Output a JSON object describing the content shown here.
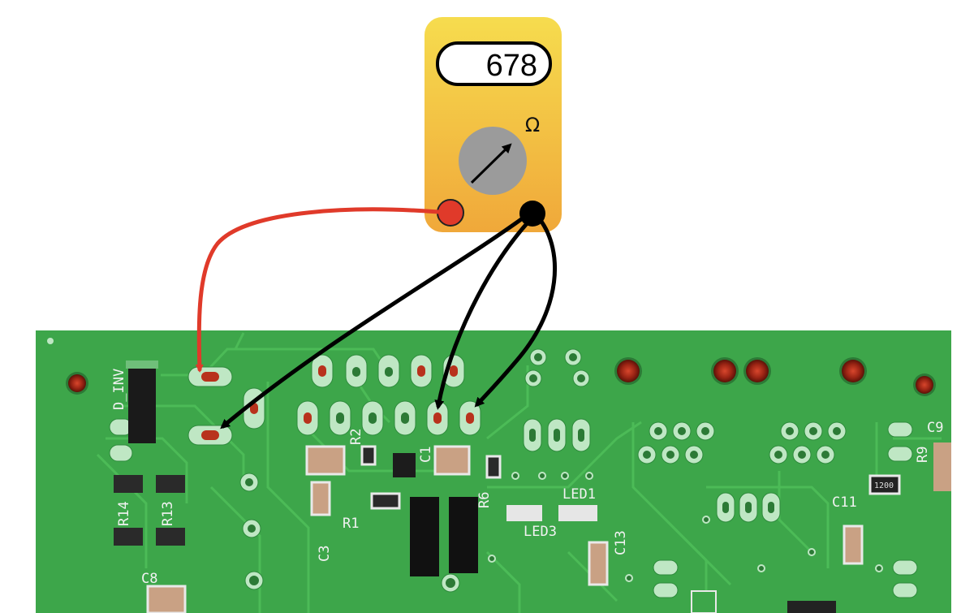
{
  "multimeter": {
    "reading": "678",
    "dial_symbol": "Ω",
    "body_gradient": [
      "#f6dc4e",
      "#f0a83a"
    ],
    "probe_red_color": "#e03a2a",
    "probe_black_color": "#000000"
  },
  "pcb": {
    "board_color": "#3da64a",
    "labels": [
      "D_INV",
      "R2",
      "C1",
      "R6",
      "LED1",
      "LED3",
      "R1",
      "C3",
      "R14",
      "R13",
      "C8",
      "C13",
      "C11",
      "C9",
      "R9",
      "1200"
    ]
  }
}
